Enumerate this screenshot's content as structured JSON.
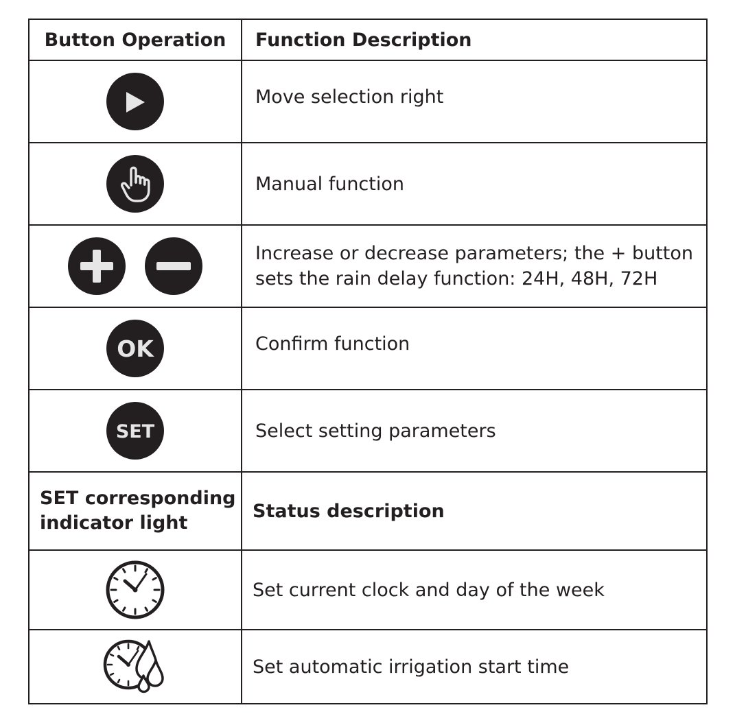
{
  "headers": {
    "button_operation": "Button Operation",
    "function_description": "Function Description"
  },
  "rows": [
    {
      "icon": "play-button-icon",
      "text": "Move selection right"
    },
    {
      "icon": "hand-button-icon",
      "text": "Manual function"
    },
    {
      "icon": "plus-minus-buttons-icon",
      "text_line1": "Increase or decrease parameters; the + button",
      "text_line2": "sets the rain delay function: 24H, 48H, 72H"
    },
    {
      "icon": "ok-button-icon",
      "label": "OK",
      "text": "Confirm function"
    },
    {
      "icon": "set-button-icon",
      "label": "SET",
      "text": "Select setting parameters"
    }
  ],
  "section2": {
    "header_line1": "SET corresponding",
    "header_line2": "indicator light",
    "header_right": "Status description",
    "rows": [
      {
        "icon": "clock-icon",
        "text": "Set current clock and day of the week"
      },
      {
        "icon": "clock-water-drop-icon",
        "text": "Set automatic irrigation start time"
      }
    ]
  },
  "colors": {
    "button_fill": "#231f20",
    "button_glyph": "#e6e6e6",
    "border": "#231f20"
  }
}
